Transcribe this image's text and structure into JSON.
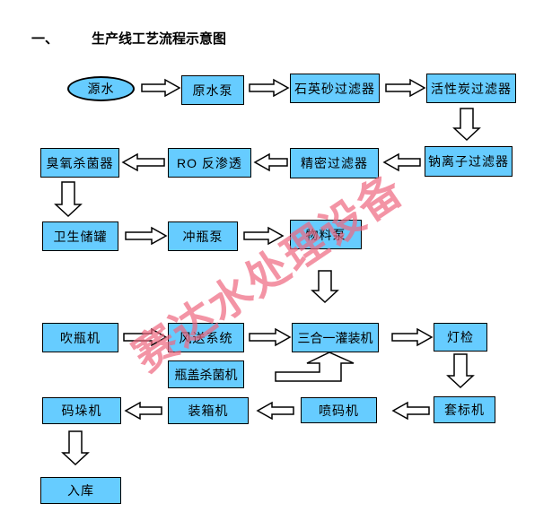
{
  "title": {
    "numbering": "一、",
    "text": "生产线工艺流程示意图"
  },
  "watermark": {
    "text": "赛达水处理设备"
  },
  "colors": {
    "node_fill": "#66CCFF",
    "node_border": "#000000",
    "background": "#FFFFFF",
    "watermark_color": "#EF6880",
    "arrow_fill": "#FFFFFF",
    "arrow_border": "#000000"
  },
  "nodes": {
    "source": "源水",
    "raw_water_pump": "原水泵",
    "quartz_sand_filter": "石英砂过滤器",
    "activated_carbon_filter": "活性炭过滤器",
    "sodium_ion_filter": "钠离子过滤器",
    "precision_filter": "精密过滤器",
    "ro_reverse_osmosis": "RO 反渗透",
    "ozone_sterilizer": "臭氧杀菌器",
    "sanitary_tank": "卫生储罐",
    "bottle_rinsing_pump": "冲瓶泵",
    "material_pump": "物料泵",
    "bottle_blower": "吹瓶机",
    "air_conveyor": "风送系统",
    "cap_sterilizer": "瓶盖杀菌机",
    "triblock_filler": "三合一灌装机",
    "light_inspection": "灯检",
    "labeling_machine": "套标机",
    "inkjet_printer": "喷码机",
    "case_packer": "装箱机",
    "palletizer": "码垛机",
    "warehouse": "入库"
  },
  "edges": [
    [
      "源水",
      "原水泵"
    ],
    [
      "原水泵",
      "石英砂过滤器"
    ],
    [
      "石英砂过滤器",
      "活性炭过滤器"
    ],
    [
      "活性炭过滤器",
      "钠离子过滤器"
    ],
    [
      "钠离子过滤器",
      "精密过滤器"
    ],
    [
      "精密过滤器",
      "RO 反渗透"
    ],
    [
      "RO 反渗透",
      "臭氧杀菌器"
    ],
    [
      "臭氧杀菌器",
      "卫生储罐"
    ],
    [
      "卫生储罐",
      "冲瓶泵"
    ],
    [
      "冲瓶泵",
      "物料泵"
    ],
    [
      "物料泵",
      "三合一灌装机"
    ],
    [
      "吹瓶机",
      "风送系统"
    ],
    [
      "风送系统",
      "三合一灌装机"
    ],
    [
      "瓶盖杀菌机",
      "三合一灌装机"
    ],
    [
      "三合一灌装机",
      "灯检"
    ],
    [
      "灯检",
      "套标机"
    ],
    [
      "套标机",
      "喷码机"
    ],
    [
      "喷码机",
      "装箱机"
    ],
    [
      "装箱机",
      "码垛机"
    ],
    [
      "码垛机",
      "入库"
    ]
  ]
}
